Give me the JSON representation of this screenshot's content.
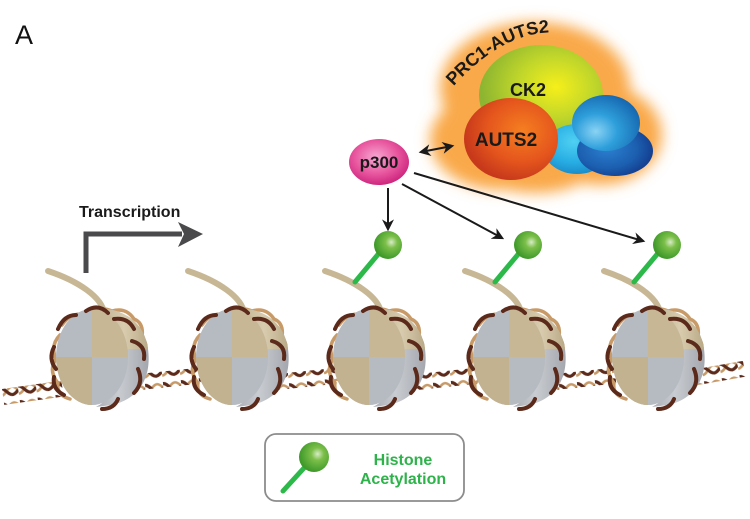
{
  "figure": {
    "panel_label": "A",
    "colors": {
      "background": "#ffffff",
      "complex_halo": "#f9a94a",
      "ck2": "#b6d32a",
      "auts2": "#e8531e",
      "p300": "#e0479b",
      "blue_light": "#2fb3e6",
      "blue_mid": "#1e86c9",
      "blue_dark": "#15519e",
      "acetyl_green": "#46a832",
      "acetyl_stalk": "#2db84a",
      "histone_tan": "#c8b794",
      "histone_gray": "#b7bcc4",
      "dna_dark": "#5b2a1a",
      "dna_light": "#c79a68",
      "arrow": "#1a1a1a",
      "transcription_arrow": "#4a4a4c",
      "legend_text": "#2db34a",
      "legend_border": "#8c8c8c"
    }
  },
  "complex": {
    "name": "PRC1-AUTS2",
    "subunits": [
      {
        "label": "CK2"
      },
      {
        "label": "AUTS2"
      },
      {
        "label": ""
      },
      {
        "label": ""
      },
      {
        "label": ""
      }
    ]
  },
  "p300": {
    "label": "p300",
    "interaction": "bidirectional arrow p300 ↔ AUTS2",
    "acetylates_nucleosomes": [
      3,
      4,
      5
    ]
  },
  "transcription": {
    "label": "Transcription",
    "direction": "right"
  },
  "nucleosomes": [
    {
      "index": 1,
      "acetylated": false
    },
    {
      "index": 2,
      "acetylated": false
    },
    {
      "index": 3,
      "acetylated": true
    },
    {
      "index": 4,
      "acetylated": true
    },
    {
      "index": 5,
      "acetylated": true
    }
  ],
  "legend": {
    "icon": "acetyl-lollipop-icon",
    "line1": "Histone",
    "line2": "Acetylation"
  }
}
